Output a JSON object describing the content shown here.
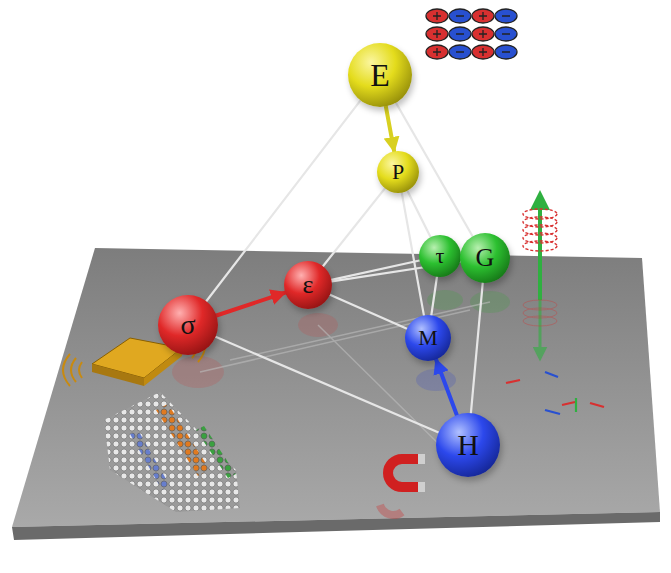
{
  "diagram": {
    "nodes": [
      {
        "text": [
          "E"
        ]
      },
      {
        "text": [
          "P"
        ]
      },
      {
        "text": [
          "σ"
        ]
      },
      {
        "text": [
          "ε"
        ]
      },
      {
        "text": [
          "τ"
        ]
      },
      {
        "text": [
          "G"
        ]
      },
      {
        "text": [
          "M"
        ]
      },
      {
        "text": [
          "H"
        ]
      }
    ],
    "edges": [
      {
        "from": 0,
        "to": 1,
        "arrow": "to"
      },
      {
        "from": 2,
        "to": 3,
        "arrow": "to"
      },
      {
        "from": 7,
        "to": 6,
        "arrow": "to"
      },
      {
        "from": 0,
        "to": 2,
        "arrow": "none"
      },
      {
        "from": 0,
        "to": 5,
        "arrow": "none"
      },
      {
        "from": 1,
        "to": 3,
        "arrow": "none"
      },
      {
        "from": 1,
        "to": 4,
        "arrow": "none"
      },
      {
        "from": 1,
        "to": 6,
        "arrow": "none"
      },
      {
        "from": 2,
        "to": 7,
        "arrow": "none"
      },
      {
        "from": 3,
        "to": 5,
        "arrow": "none"
      },
      {
        "from": 3,
        "to": 4,
        "arrow": "none"
      },
      {
        "from": 3,
        "to": 6,
        "arrow": "none"
      },
      {
        "from": 5,
        "to": 7,
        "arrow": "none"
      },
      {
        "from": 4,
        "to": 6,
        "arrow": "none"
      }
    ]
  }
}
